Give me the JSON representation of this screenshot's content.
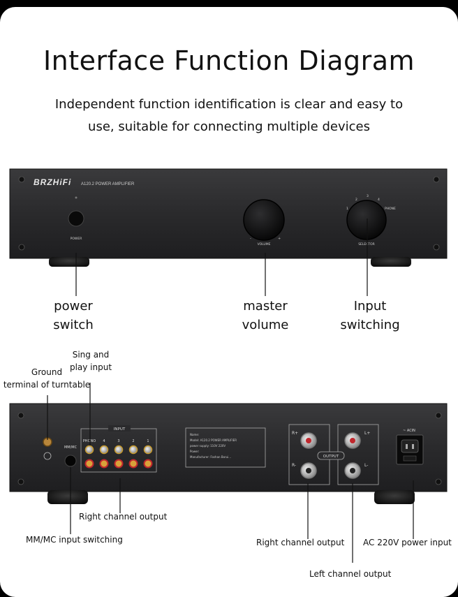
{
  "title": "Interface Function Diagram",
  "subtitle": "Independent function identification is clear and easy to use, suitable for connecting multiple devices",
  "front_panel": {
    "brand": "BRZHiFi",
    "model": "A120.2 POWER AMPLIFIER",
    "power_label": "POWER",
    "volume_label": "VOLUME",
    "selector_label": "SELECTOR",
    "selector_marks": [
      "1",
      "2",
      "3",
      "4",
      "PHONE"
    ]
  },
  "front_callouts": {
    "power": [
      "power",
      "switch"
    ],
    "volume": [
      "master",
      "volume"
    ],
    "input": [
      "Input",
      "switching"
    ]
  },
  "rear_panel": {
    "input_header": "INPUT",
    "input_labels": [
      "PHONO",
      "4",
      "3",
      "2",
      "1"
    ],
    "mm_mc_label": "MM/MC",
    "output_label": "OUTPUT",
    "r_plus": "R+",
    "r_minus": "R-",
    "l_plus": "L+",
    "l_minus": "L-",
    "ac_label": "~ ACIN",
    "nameplate": [
      "Name:",
      "Model: A120.2 POWER AMPLIFIER",
      "power supply: 110V 220V",
      "Power:",
      "Manufacturer: Foshan Borui..."
    ]
  },
  "rear_callouts": {
    "ground": [
      "Ground",
      "terminal of turntable"
    ],
    "sing": [
      "Sing and",
      "play input"
    ],
    "right_channel_top": "Right channel output",
    "mm_mc": "MM/MC input switching",
    "right_channel_out": "Right channel output",
    "ac_power": "AC 220V power input",
    "left_channel_out": "Left channel output"
  }
}
